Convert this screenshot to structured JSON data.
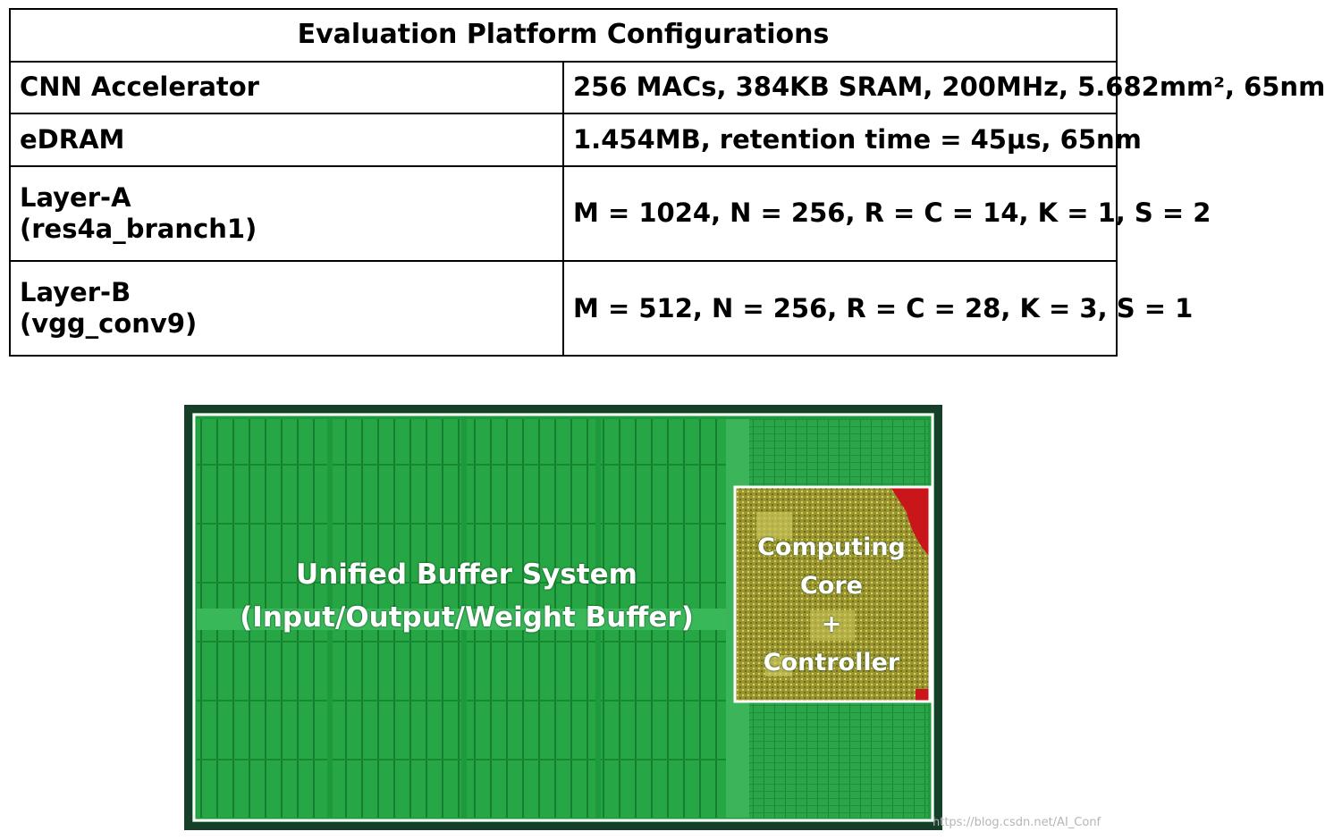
{
  "table": {
    "title": "Evaluation Platform Configurations",
    "rows": [
      {
        "label": [
          "CNN Accelerator"
        ],
        "value": "256 MACs, 384KB SRAM, 200MHz, 5.682mm², 65nm"
      },
      {
        "label": [
          "eDRAM"
        ],
        "value": "1.454MB, retention time = 45μs, 65nm"
      },
      {
        "label": [
          "Layer-A",
          "(res4a_branch1)"
        ],
        "value": "M = 1024, N =  256, R = C = 14, K = 1, S = 2"
      },
      {
        "label": [
          "Layer-B",
          "(vgg_conv9)"
        ],
        "value": "M = 512, N =  256, R = C = 28, K = 3, S = 1"
      }
    ]
  },
  "chip": {
    "buffer_label": [
      "Unified Buffer System",
      "(Input/Output/Weight Buffer)"
    ],
    "core_label": [
      "Computing",
      "Core",
      "+",
      "Controller"
    ],
    "colors": {
      "outer_border": "#163f2a",
      "die_green": "#1e9a3c",
      "cell_green": "#2db04a",
      "line_green": "#137a2c",
      "core_yellow": "#a8a032",
      "core_red": "#c8161a",
      "frame_white": "#ffffff"
    }
  },
  "watermark": "https://blog.csdn.net/AI_Conf"
}
